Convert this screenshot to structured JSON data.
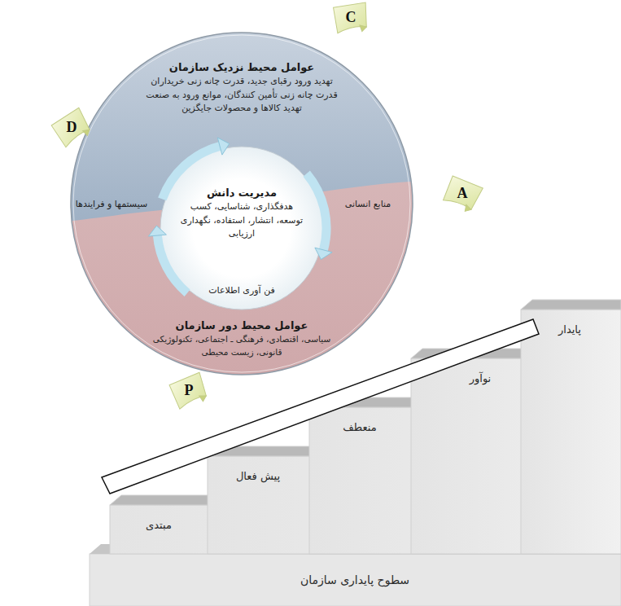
{
  "diagram": {
    "nodes": [
      {
        "text": [
          "عوامل محیط نزدیک سازمان",
          "تهدید ورود رقبای جدید، قدرت چانه زنی خریداران قدرت چانه زنی تأمین کنندگان، موانع ورود به صنعت تهدید کالاها و محصولات جایگزین"
        ]
      },
      {
        "text": [
          "مدیریت دانش",
          "هدفگذاری، شناسایی، کسب توسعه، انتشار، استفاده، نگهداری ارزیابی"
        ]
      },
      {
        "text": [
          "عوامل محیط دور سازمان",
          "سیاسی، اقتصادی، فرهنگی ـ اجتماعی، تکنولوژیکی قانونی، زیست محیطی"
        ]
      },
      {
        "text": [
          "مبتدی"
        ]
      },
      {
        "text": [
          "پیش فعال"
        ]
      },
      {
        "text": [
          "منعطف"
        ]
      },
      {
        "text": [
          "نوآور"
        ]
      },
      {
        "text": [
          "پایدار"
        ]
      },
      {
        "text": [
          "سطوح پایداری سازمان"
        ]
      }
    ],
    "labels": [
      "C",
      "D",
      "سیستمها و فرایندها",
      "منابع انسانی",
      "A",
      "فن آوری اطلاعات",
      "P"
    ]
  }
}
